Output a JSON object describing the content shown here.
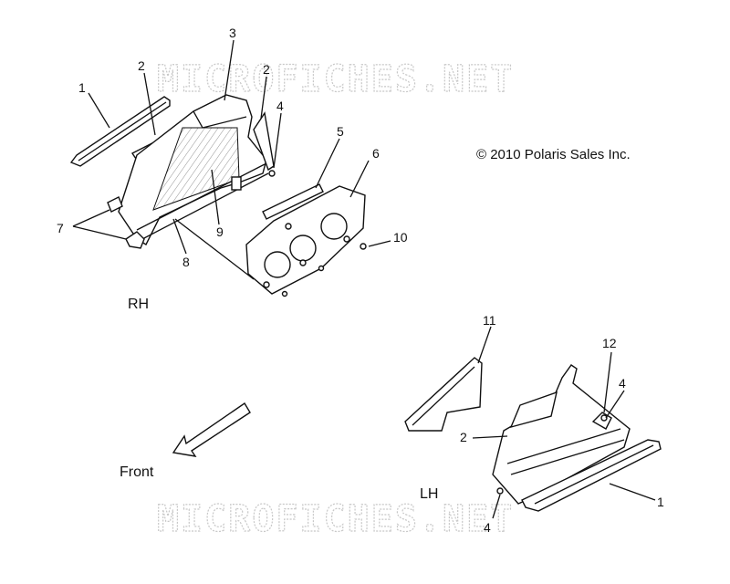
{
  "watermark": "MICROFICHES.NET",
  "copyright": "© 2010 Polaris Sales Inc.",
  "side_labels": {
    "rh": "RH",
    "lh": "LH"
  },
  "direction_label": "Front",
  "callouts": {
    "rh": [
      "1",
      "2",
      "3",
      "2",
      "4",
      "5",
      "6",
      "7",
      "8",
      "9",
      "10"
    ],
    "lh": [
      "11",
      "12",
      "4",
      "2",
      "1",
      "4"
    ]
  }
}
